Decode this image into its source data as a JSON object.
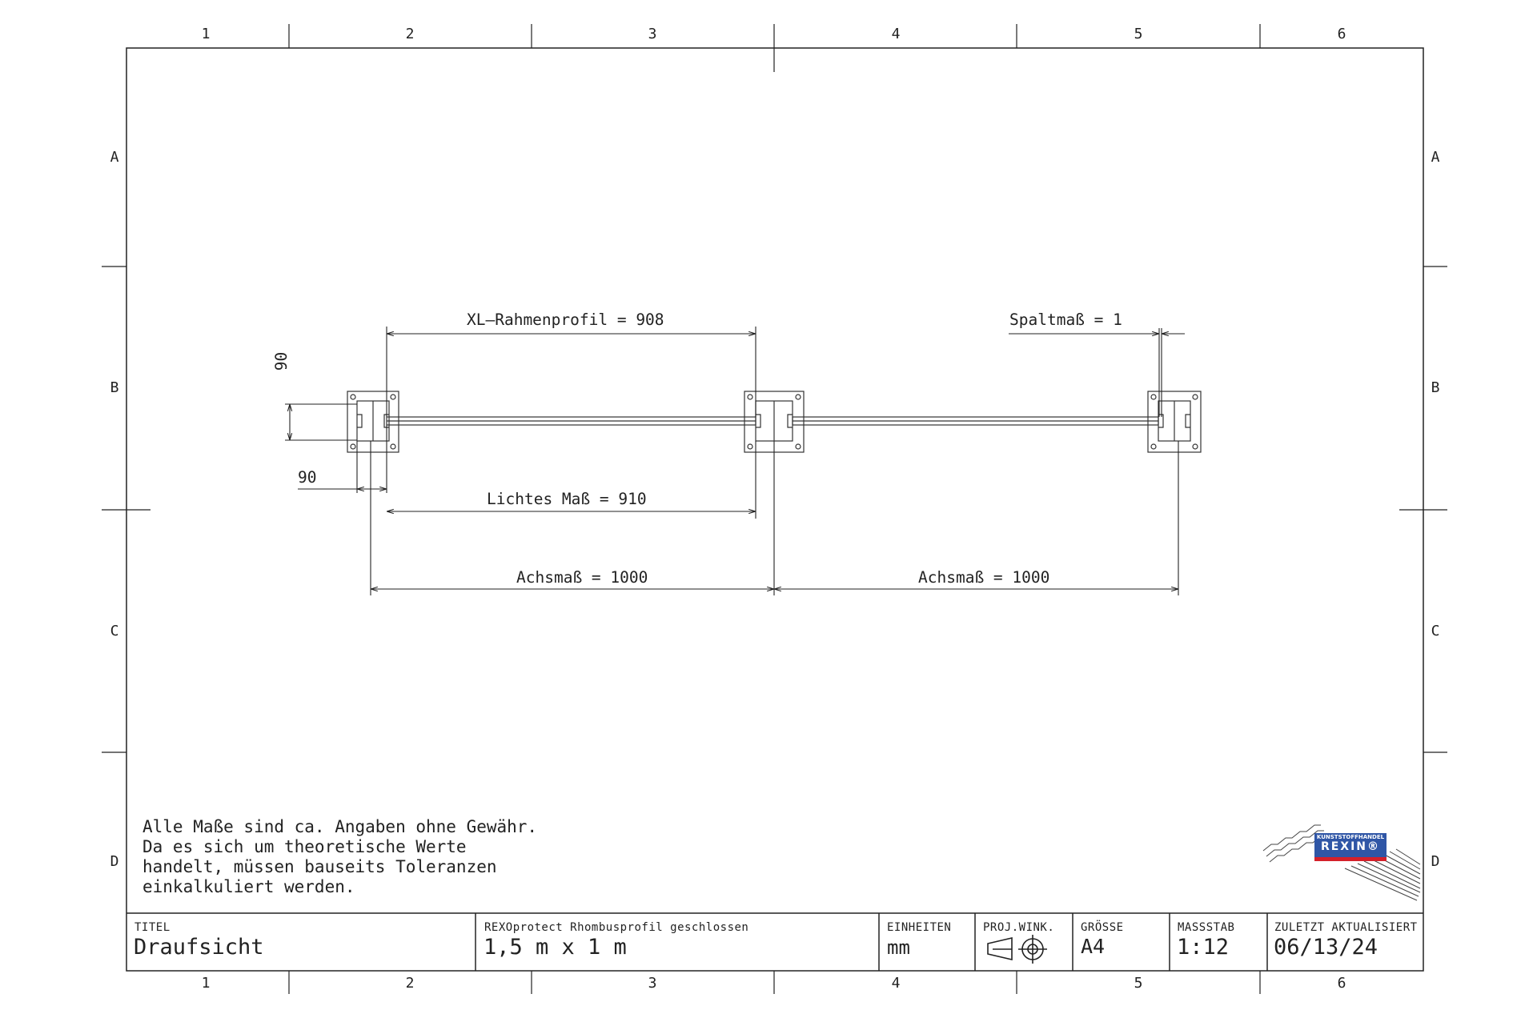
{
  "grid": {
    "columns": [
      "1",
      "2",
      "3",
      "4",
      "5",
      "6"
    ],
    "rows": [
      "A",
      "B",
      "C",
      "D"
    ]
  },
  "dimensions": {
    "xl_rahmenprofil": "XL–Rahmenprofil = 908",
    "spaltmass": "Spaltmaß = 1",
    "height_90": "90",
    "width_90": "90",
    "lichtes_mass": "Lichtes Maß = 910",
    "achsmass_left": "Achsmaß = 1000",
    "achsmass_right": "Achsmaß = 1000"
  },
  "note": {
    "lines": [
      "Alle Maße sind ca. Angaben ohne Gewähr.",
      "Da es sich um theoretische Werte",
      "handelt, müssen bauseits Toleranzen",
      "einkalkuliert werden."
    ]
  },
  "title_block": {
    "titel_label": "TITEL",
    "titel_value": "Draufsicht",
    "product_label": "REXOprotect Rhombusprofil geschlossen",
    "product_value": "1,5 m x 1 m",
    "einheiten_label": "EINHEITEN",
    "einheiten_value": "mm",
    "proj_label": "PROJ.WINK.",
    "groesse_label": "GRÖSSE",
    "groesse_value": "A4",
    "massstab_label": "MASSSTAB",
    "massstab_value": "1:12",
    "updated_label": "ZULETZT AKTUALISIERT",
    "updated_value": "06/13/24"
  },
  "logo": {
    "line1": "KUNSTSTOFFHANDEL",
    "line2": "REXIN®",
    "brand_color": "#2f56a6",
    "accent_color": "#d4202a"
  }
}
